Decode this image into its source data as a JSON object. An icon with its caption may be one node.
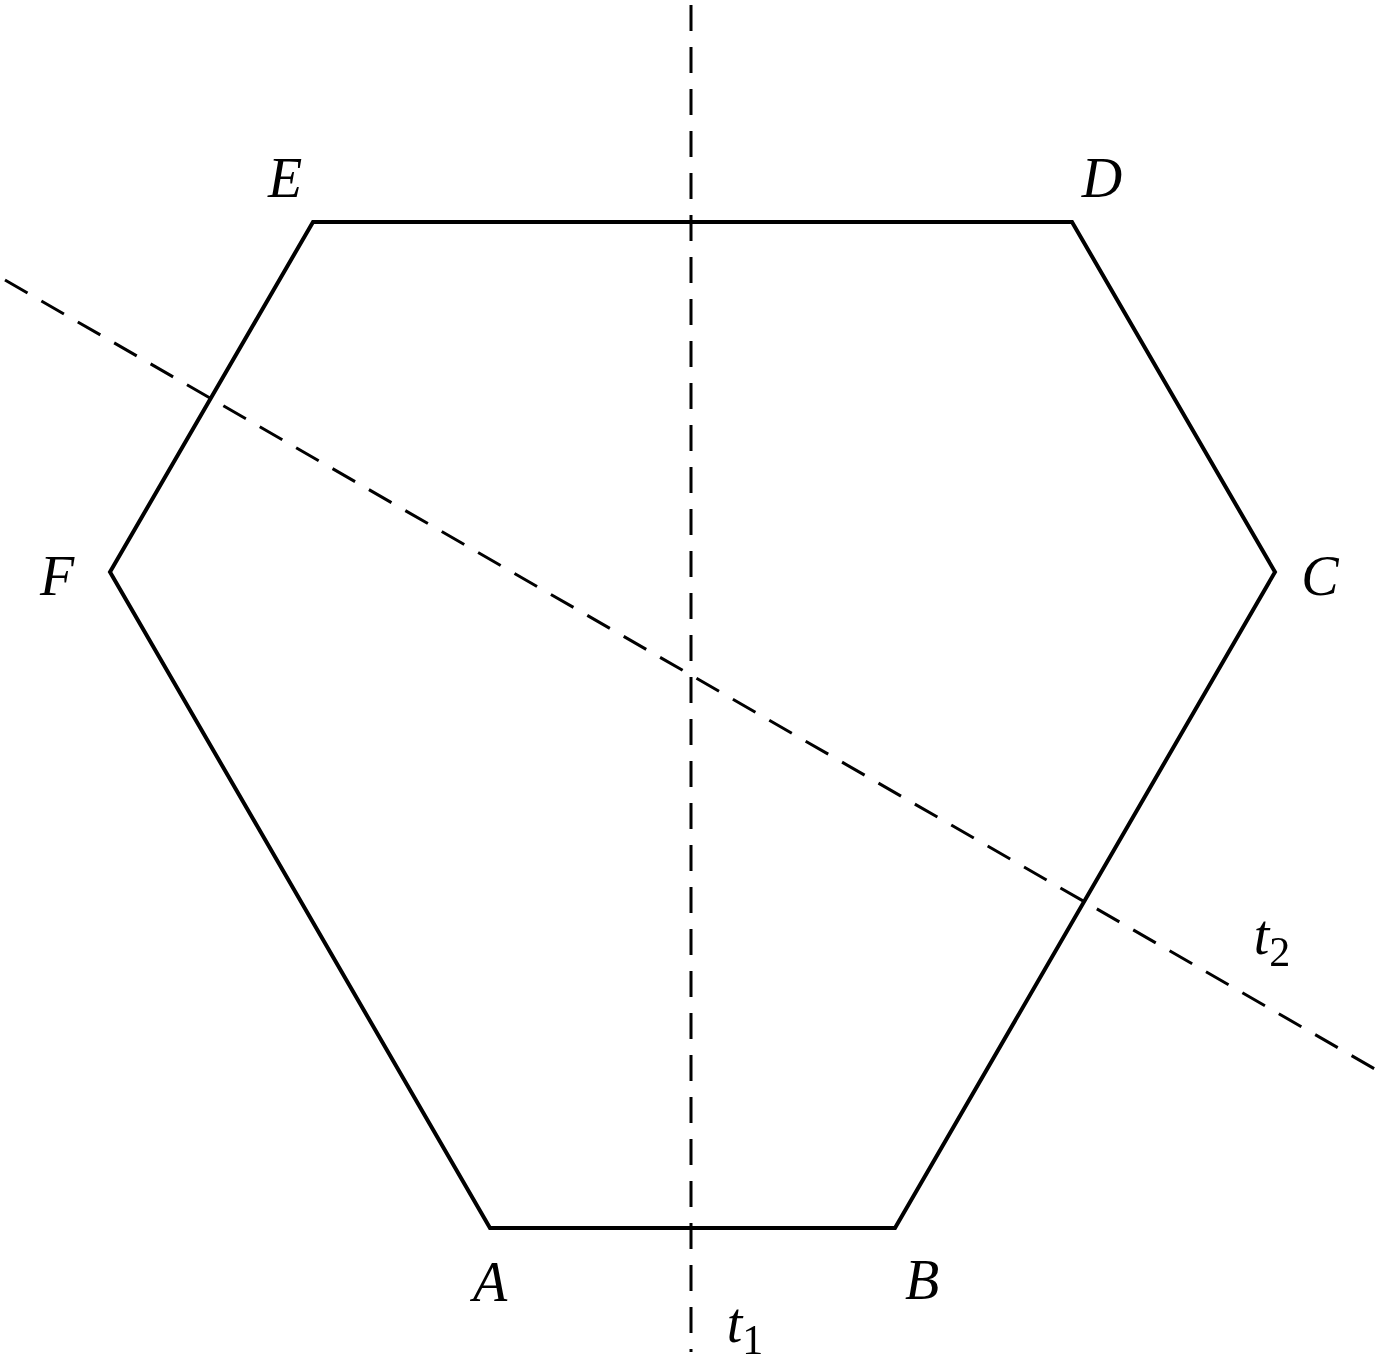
{
  "diagram": {
    "labels": [
      "E",
      "D",
      "F",
      "C",
      "t$_{2}$",
      "A",
      "B",
      "t$_{1}$"
    ]
  }
}
